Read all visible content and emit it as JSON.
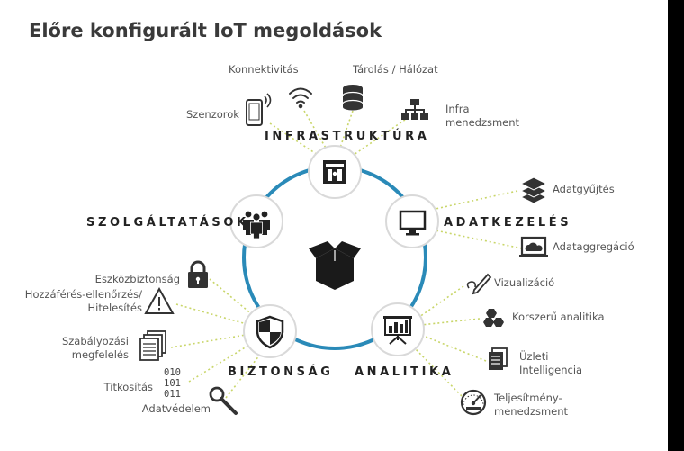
{
  "title": "Előre konfigurált IoT megoldások",
  "center": {
    "icon": "open-box-icon"
  },
  "categories": {
    "infrastruktura": {
      "label": "INFRASTRUKTÚRA",
      "icon": "gateway-icon"
    },
    "adatkezeles": {
      "label": "ADATKEZELÉS",
      "icon": "monitor-icon"
    },
    "analitika": {
      "label": "ANALITIKA",
      "icon": "presentation-chart-icon"
    },
    "biztonsag": {
      "label": "BIZTONSÁG",
      "icon": "shield-icon"
    },
    "szolgaltatasok": {
      "label": "SZOLGÁLTATÁSOK",
      "icon": "people-group-icon"
    }
  },
  "items": {
    "szenzorok": "Szenzorok",
    "konnektivitas": "Konnektivitás",
    "tarolas": "Tárolás / Hálózat",
    "infra": "Infra\nmenedzsment",
    "adatgyujtes": "Adatgyűjtés",
    "adataggregacio": "Adataggregáció",
    "vizualizacio": "Vizualizáció",
    "korszeru": "Korszerű analitika",
    "uzleti": "Üzleti\nIntelligencia",
    "teljesitmeny": "Teljesítmény-\nmenedzsment",
    "eszkozbiztonsag": "Eszközbiztonság",
    "hozzaferes": "Hozzáférés-ellenőrzés/\nHitelesítés",
    "szabalyozasi": "Szabályozási\nmegfelelés",
    "titkositas": "Titkosítás",
    "adatvedelem": "Adatvédelem",
    "binary": "010\n101\n011"
  },
  "colors": {
    "ring": "#2a8ab8",
    "connector": "#c9d66a",
    "icon": "#2b2b2b",
    "text": "#555555"
  }
}
